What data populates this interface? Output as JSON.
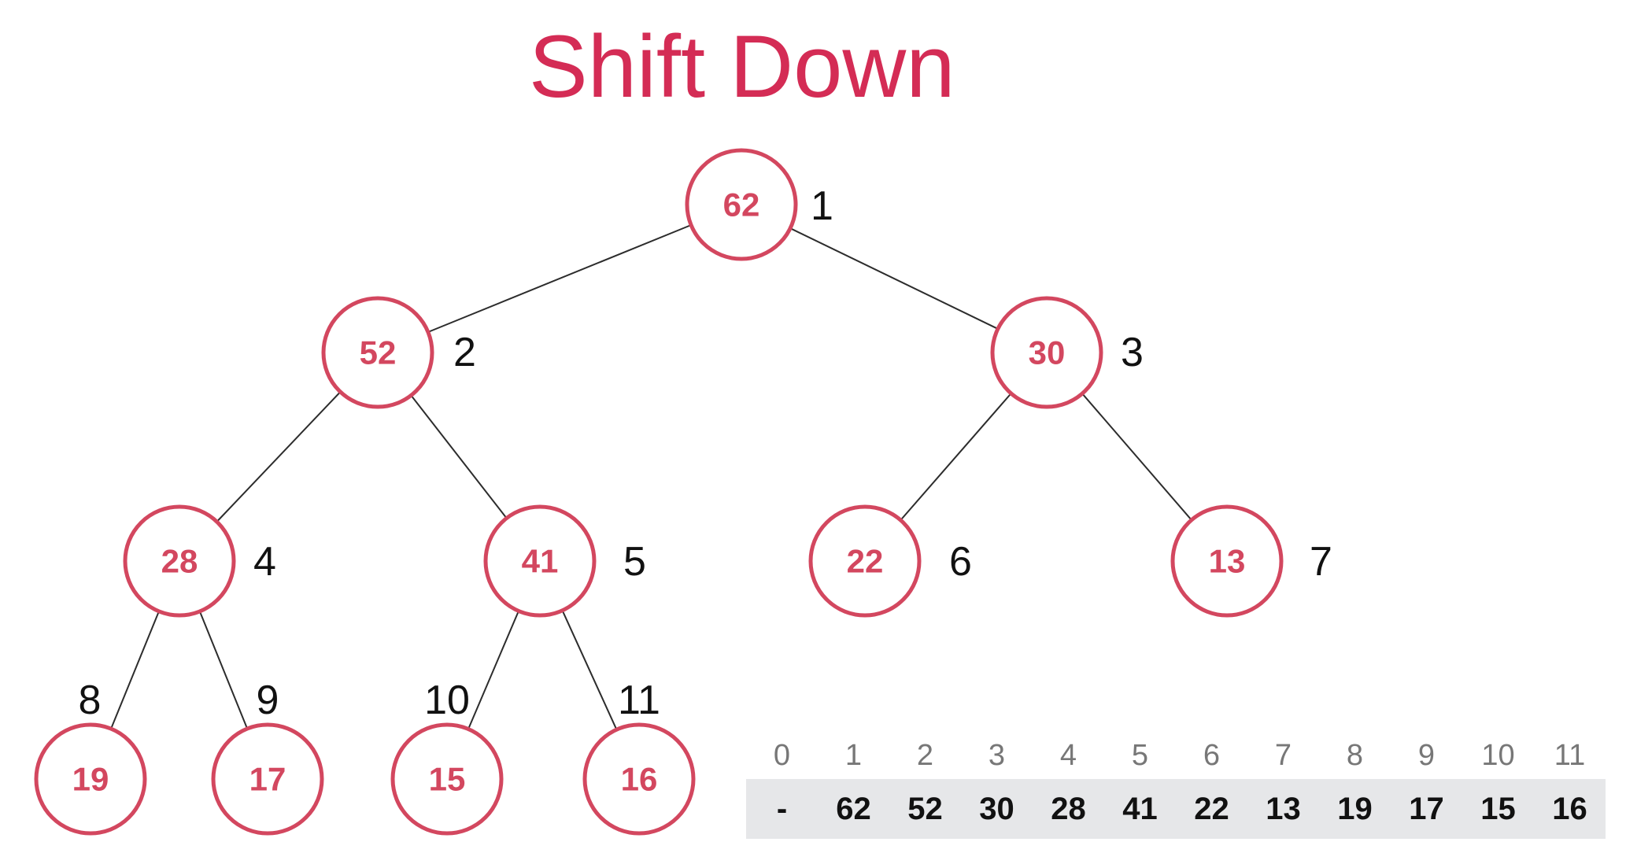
{
  "title": "Shift Down",
  "tree": {
    "nodes": [
      {
        "index": "1",
        "value": "62"
      },
      {
        "index": "2",
        "value": "52"
      },
      {
        "index": "3",
        "value": "30"
      },
      {
        "index": "4",
        "value": "28"
      },
      {
        "index": "5",
        "value": "41"
      },
      {
        "index": "6",
        "value": "22"
      },
      {
        "index": "7",
        "value": "13"
      },
      {
        "index": "8",
        "value": "19"
      },
      {
        "index": "9",
        "value": "17"
      },
      {
        "index": "10",
        "value": "15"
      },
      {
        "index": "11",
        "value": "16"
      }
    ],
    "edges": [
      [
        1,
        2
      ],
      [
        1,
        3
      ],
      [
        2,
        4
      ],
      [
        2,
        5
      ],
      [
        3,
        6
      ],
      [
        3,
        7
      ],
      [
        4,
        8
      ],
      [
        4,
        9
      ],
      [
        5,
        10
      ],
      [
        5,
        11
      ]
    ]
  },
  "array": {
    "indices": [
      "0",
      "1",
      "2",
      "3",
      "4",
      "5",
      "6",
      "7",
      "8",
      "9",
      "10",
      "11"
    ],
    "values": [
      "-",
      "62",
      "52",
      "30",
      "28",
      "41",
      "22",
      "13",
      "19",
      "17",
      "15",
      "16"
    ]
  },
  "colors": {
    "accent": "#d3475f",
    "title": "#d42c55",
    "array_bg": "#e6e7e9"
  }
}
